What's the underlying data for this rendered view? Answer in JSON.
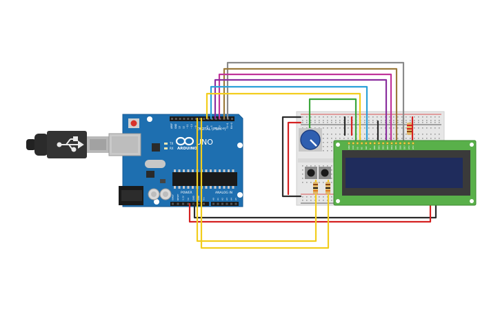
{
  "arduino": {
    "logo_text": "ARDUINO",
    "model_text": "UNO",
    "digital_label": "DIGITAL (PWM~)",
    "power_label": "POWER",
    "analog_label": "ANALOG IN",
    "tx_label": "TX",
    "rx_label": "RX",
    "digital_pins": [
      "AREF",
      "GND",
      "13",
      "12",
      "~11",
      "~10",
      "~9",
      "8",
      "7",
      "~6",
      "~5",
      "4",
      "~3",
      "2",
      "TX→1",
      "RX←0"
    ],
    "power_pins": [
      "IOREF",
      "RESET",
      "3.3V",
      "5V",
      "GND",
      "GND",
      "Vin"
    ],
    "analog_pins": [
      "A0",
      "A1",
      "A2",
      "A3",
      "A4",
      "A5"
    ]
  },
  "lcd": {
    "pin_labels": [
      "GND",
      "VCC",
      "V0",
      "RS",
      "RW",
      "E",
      "DB0",
      "DB1",
      "DB2",
      "DB3",
      "DB4",
      "DB5",
      "DB6",
      "DB7",
      "LED",
      "LED"
    ]
  },
  "colors": {
    "board_blue": "#1e6fb0",
    "wire_red": "#d42020",
    "wire_black": "#2a2a2a",
    "wire_yellow": "#f2cd1c",
    "wire_green": "#3aa63a",
    "wire_blue": "#2aa0d8",
    "wire_purple": "#8a2e9e",
    "wire_magenta": "#c0339a",
    "wire_brown": "#9b7a3c",
    "wire_gray": "#8a8a8a",
    "lcd_pcb": "#59b04a",
    "lcd_screen": "#1f2c5c"
  }
}
